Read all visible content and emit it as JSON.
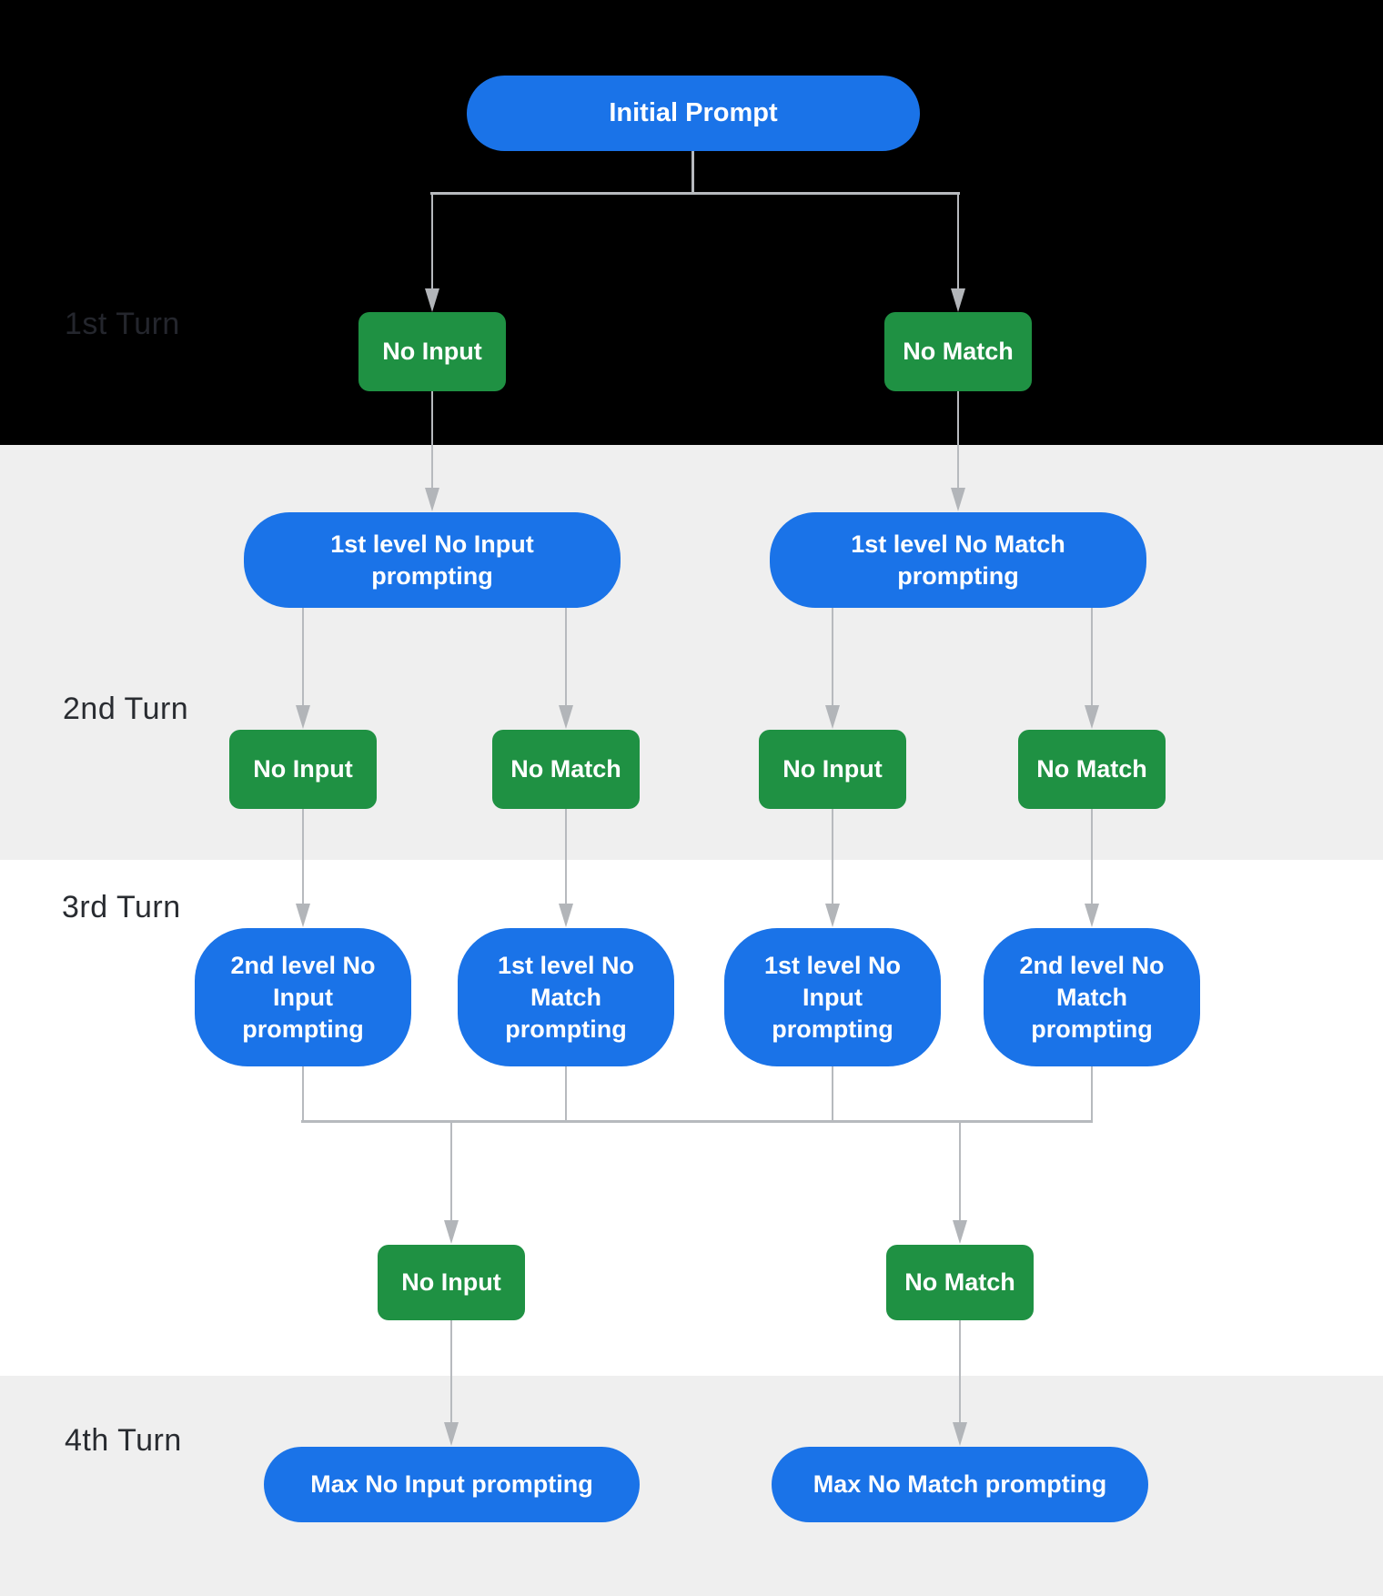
{
  "diagram": {
    "description": "Reprompting flow across four dialog turns",
    "turn_labels": {
      "t1": "1st Turn",
      "t2": "2nd Turn",
      "t3": "3rd Turn",
      "t4": "4th Turn"
    },
    "nodes": {
      "initial": "Initial Prompt",
      "no_input": "No Input",
      "no_match": "No Match",
      "row2_left": "1st level No Input\nprompting",
      "row2_right": "1st level No Match\nprompting",
      "row3_1": "2nd level No\nInput\nprompting",
      "row3_2": "1st level No\nMatch\nprompting",
      "row3_3": "1st level No\nInput\nprompting",
      "row3_4": "2nd level No\nMatch\nprompting",
      "row5_left": "Max No Input prompting",
      "row5_right": "Max No Match prompting"
    },
    "colors": {
      "node_blue": "#1a73e8",
      "node_green": "#1f9143",
      "connector_gray": "#b7babe",
      "band_black": "#000000",
      "band_gray": "#efefef",
      "band_white": "#ffffff",
      "turn_label_dark": "#292c31",
      "turn_label_on_black": "#24262d",
      "node_text": "#ffffff"
    }
  }
}
